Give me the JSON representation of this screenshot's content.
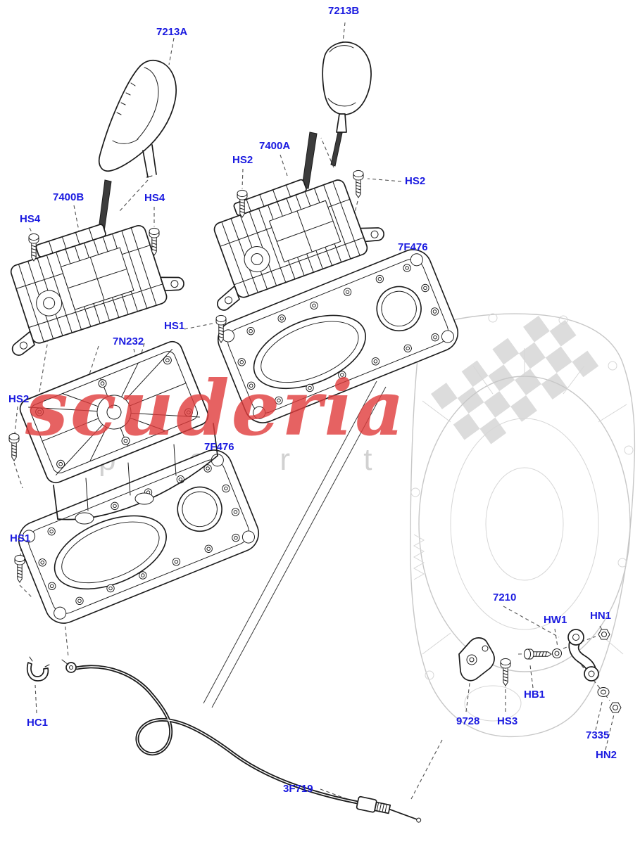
{
  "watermark": {
    "brand": "scuderia",
    "subtext": "p a r t"
  },
  "colors": {
    "label": "#1a1ae0",
    "brand": "#e03c3c",
    "subtext": "#cdcdcd"
  },
  "labels": {
    "7213A": "7213A",
    "7213B": "7213B",
    "7400A": "7400A",
    "7400B": "7400B",
    "HS1": "HS1",
    "HS2": "HS2",
    "HS3": "HS3",
    "HS4": "HS4",
    "7F476": "7F476",
    "7N232": "7N232",
    "HC1": "HC1",
    "7210": "7210",
    "HW1": "HW1",
    "HN1": "HN1",
    "HB1": "HB1",
    "9728": "9728",
    "7335": "7335",
    "HN2": "HN2",
    "3F719": "3F719"
  }
}
